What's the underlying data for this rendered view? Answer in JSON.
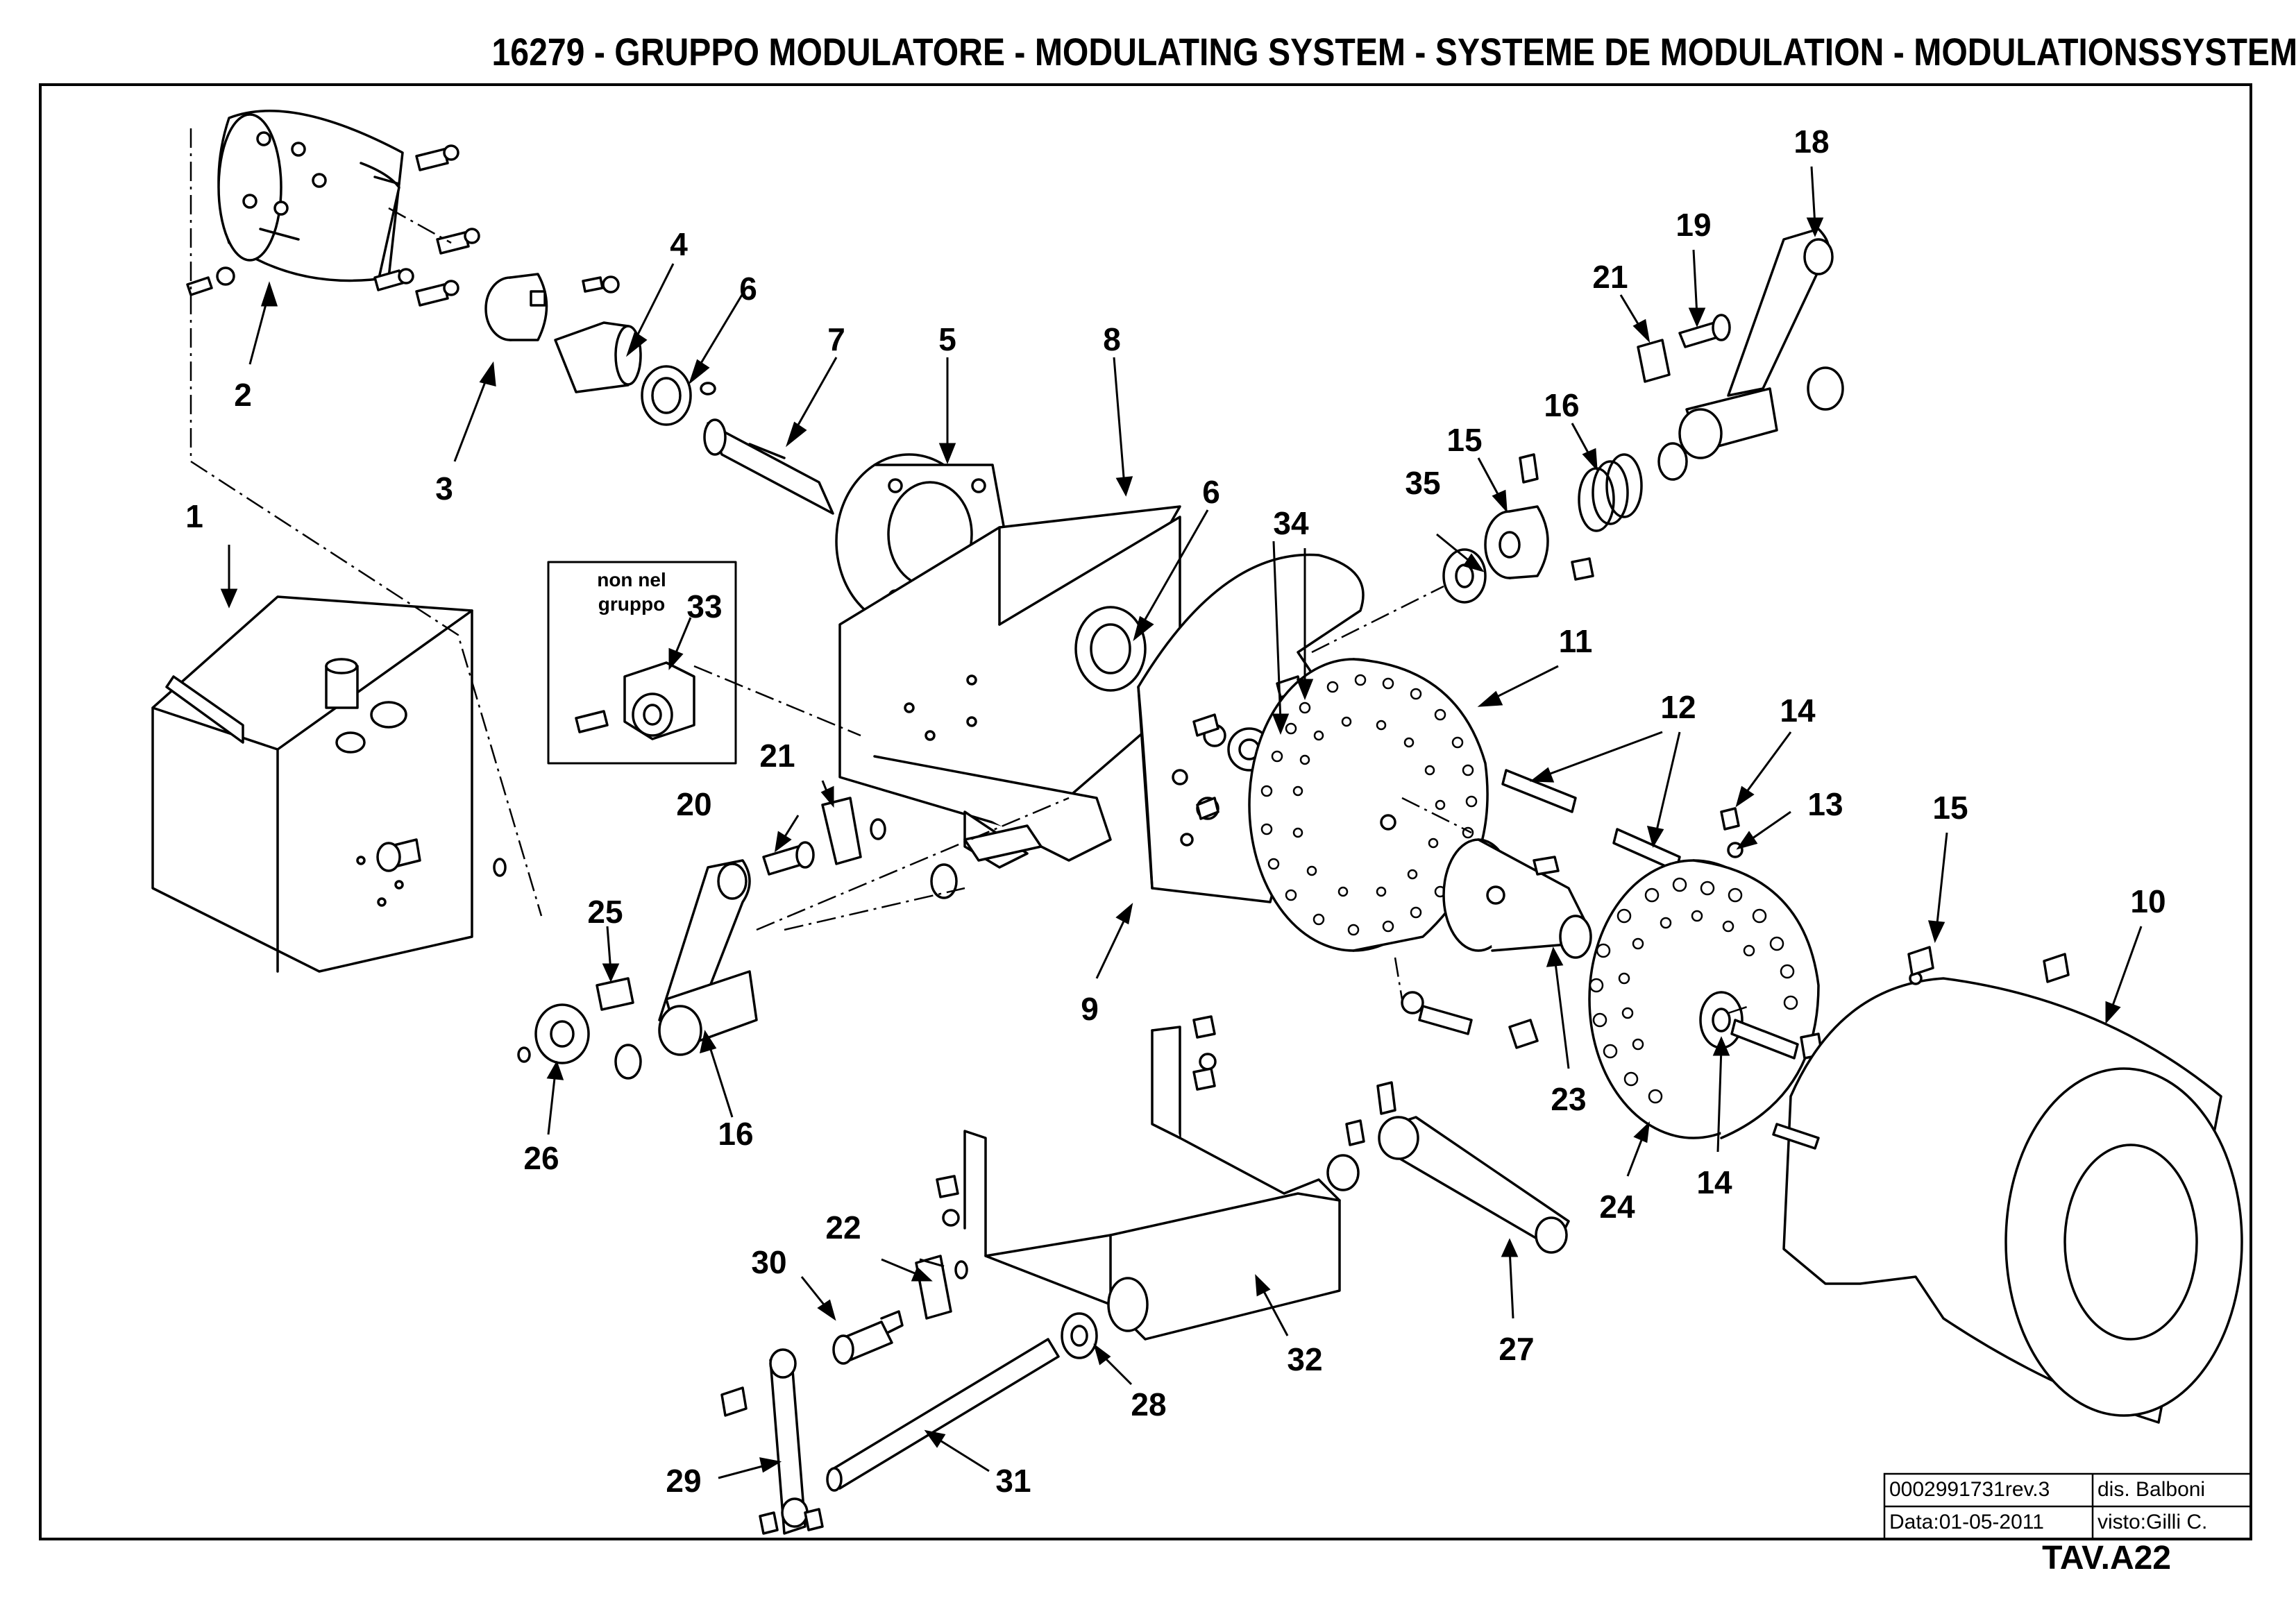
{
  "title": "16279 - GRUPPO MODULATORE - MODULATING SYSTEM - SYSTEME DE MODULATION - MODULATIONSSYSTEM",
  "callouts": [
    {
      "id": "1",
      "label": "1"
    },
    {
      "id": "2",
      "label": "2"
    },
    {
      "id": "3",
      "label": "3"
    },
    {
      "id": "4",
      "label": "4"
    },
    {
      "id": "5",
      "label": "5"
    },
    {
      "id": "6a",
      "label": "6"
    },
    {
      "id": "6b",
      "label": "6"
    },
    {
      "id": "7",
      "label": "7"
    },
    {
      "id": "8",
      "label": "8"
    },
    {
      "id": "9",
      "label": "9"
    },
    {
      "id": "10",
      "label": "10"
    },
    {
      "id": "11",
      "label": "11"
    },
    {
      "id": "12",
      "label": "12"
    },
    {
      "id": "13",
      "label": "13"
    },
    {
      "id": "14a",
      "label": "14"
    },
    {
      "id": "14b",
      "label": "14"
    },
    {
      "id": "15",
      "label": "15"
    },
    {
      "id": "16",
      "label": "16"
    },
    {
      "id": "18",
      "label": "18"
    },
    {
      "id": "19",
      "label": "19"
    },
    {
      "id": "20",
      "label": "20"
    },
    {
      "id": "21a",
      "label": "21"
    },
    {
      "id": "21b",
      "label": "21"
    },
    {
      "id": "22a",
      "label": "22"
    },
    {
      "id": "22b",
      "label": "22"
    },
    {
      "id": "22c",
      "label": "22"
    },
    {
      "id": "23",
      "label": "23"
    },
    {
      "id": "24",
      "label": "24"
    },
    {
      "id": "25",
      "label": "25"
    },
    {
      "id": "26",
      "label": "26"
    },
    {
      "id": "27",
      "label": "27"
    },
    {
      "id": "28",
      "label": "28"
    },
    {
      "id": "29",
      "label": "29"
    },
    {
      "id": "30",
      "label": "30"
    },
    {
      "id": "31",
      "label": "31"
    },
    {
      "id": "32",
      "label": "32"
    },
    {
      "id": "33",
      "label": "33"
    },
    {
      "id": "34",
      "label": "34"
    },
    {
      "id": "35",
      "label": "35"
    }
  ],
  "note_box": {
    "line1": "non nel",
    "line2": "gruppo"
  },
  "title_block": {
    "code": "0002991731rev.3",
    "drawn": "dis. Balboni",
    "date": "Data:01-05-2011",
    "checked": "visto:Gilli C."
  },
  "table_ref": "TAV.A22"
}
